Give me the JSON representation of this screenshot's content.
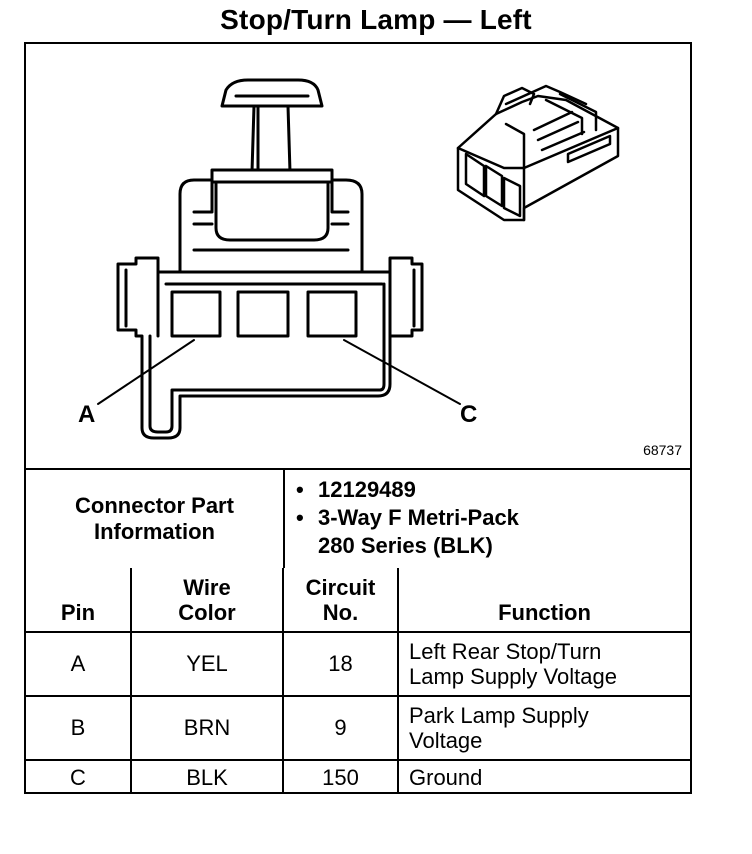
{
  "title": "Stop/Turn Lamp — Left",
  "figure_id": "68737",
  "pin_labels": {
    "a": "A",
    "c": "C"
  },
  "connector_info": {
    "label_line1": "Connector Part",
    "label_line2": "Information",
    "items": [
      {
        "line1": "12129489",
        "line2": ""
      },
      {
        "line1": "3-Way F Metri-Pack",
        "line2": "280 Series (BLK)"
      }
    ]
  },
  "table": {
    "headers": {
      "pin": "Pin",
      "wire_line1": "Wire",
      "wire_line2": "Color",
      "circuit_line1": "Circuit",
      "circuit_line2": "No.",
      "function": "Function"
    },
    "rows": [
      {
        "pin": "A",
        "wire": "YEL",
        "circuit": "18",
        "func_line1": "Left Rear Stop/Turn",
        "func_line2": "Lamp Supply Voltage"
      },
      {
        "pin": "B",
        "wire": "BRN",
        "circuit": "9",
        "func_line1": "Park Lamp Supply",
        "func_line2": "Voltage"
      },
      {
        "pin": "C",
        "wire": "BLK",
        "circuit": "150",
        "func_line1": "Ground",
        "func_line2": ""
      }
    ]
  }
}
